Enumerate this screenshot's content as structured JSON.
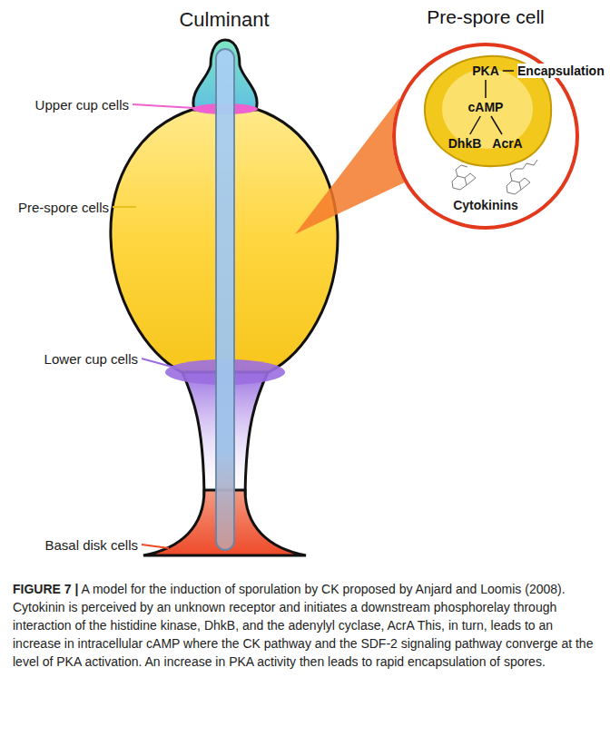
{
  "diagram": {
    "caption": "FIGURE 7 | A model for the induction of sporulation by CK proposed by Anjard and Loomis (2008). Cytokinin is perceived by an unknown receptor and initiates a downstream phosphorelay through interaction of the histidine kinase, DhkB, and the adenylyl cyclase, AcrA This, in turn, leads to an increase in intracellular cAMP where the CK pathway and the SDF-2 signaling pathway converge at the level of PKA activation. An increase in PKA activity then leads to rapid encapsulation of spores.",
    "nodes": [
      {
        "text": [
          "Pre-spore cell"
        ]
      },
      {
        "text": [
          "PKA"
        ],
        "in": 0
      },
      {
        "text": [
          "Encapsulation"
        ],
        "in": 0
      },
      {
        "text": [
          "cAMP"
        ],
        "in": 0
      },
      {
        "text": [
          "DhkB"
        ],
        "in": 0
      },
      {
        "text": [
          "AcrA"
        ],
        "in": 0
      }
    ],
    "edges": [
      {
        "from": 1,
        "to": 2,
        "arrow": "none"
      },
      {
        "from": 1,
        "to": 3,
        "arrow": "none"
      },
      {
        "from": 3,
        "to": 4,
        "arrow": "none"
      },
      {
        "from": 3,
        "to": 5,
        "arrow": "none"
      }
    ],
    "labels": [
      "Culminant",
      "Upper cup cells",
      "Pre-spore cells",
      "Lower cup cells",
      "Basal disk cells",
      "Cytokinins"
    ]
  }
}
